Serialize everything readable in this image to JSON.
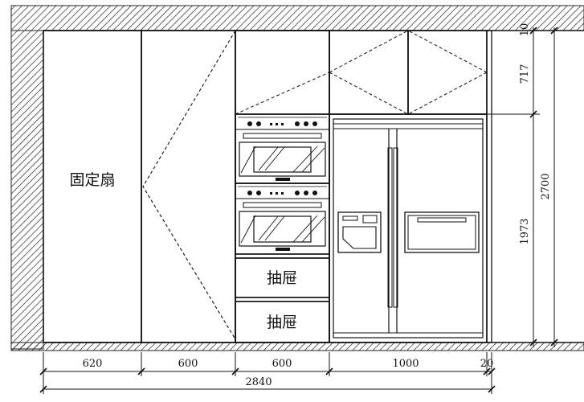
{
  "labels": {
    "fixed_panel": "固定扇",
    "drawer_1": "抽屉",
    "drawer_2": "抽屉"
  },
  "dimensions": {
    "bottom": [
      "620",
      "600",
      "600",
      "1000",
      "20"
    ],
    "total_width": "2840",
    "right_top_gap": "10",
    "right_upper": "717",
    "right_lower": "1973",
    "right_total": "2700"
  }
}
